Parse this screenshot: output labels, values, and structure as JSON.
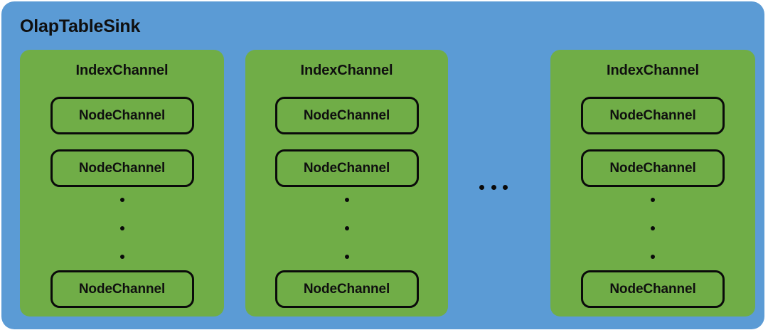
{
  "diagram": {
    "title": "OlapTableSink",
    "colors": {
      "outer_container": "#5b9bd5",
      "index_panel": "#70ad47",
      "box_border": "#0a0a0a",
      "text": "#0f0f0f",
      "page_background": "#ffffff"
    },
    "horizontal_ellipsis": "...",
    "index_channels": [
      {
        "label": "IndexChannel",
        "node_channels": [
          "NodeChannel",
          "NodeChannel",
          "NodeChannel"
        ],
        "vertical_ellipsis": "..."
      },
      {
        "label": "IndexChannel",
        "node_channels": [
          "NodeChannel",
          "NodeChannel",
          "NodeChannel"
        ],
        "vertical_ellipsis": "..."
      },
      {
        "label": "IndexChannel",
        "node_channels": [
          "NodeChannel",
          "NodeChannel",
          "NodeChannel"
        ],
        "vertical_ellipsis": "..."
      }
    ]
  }
}
